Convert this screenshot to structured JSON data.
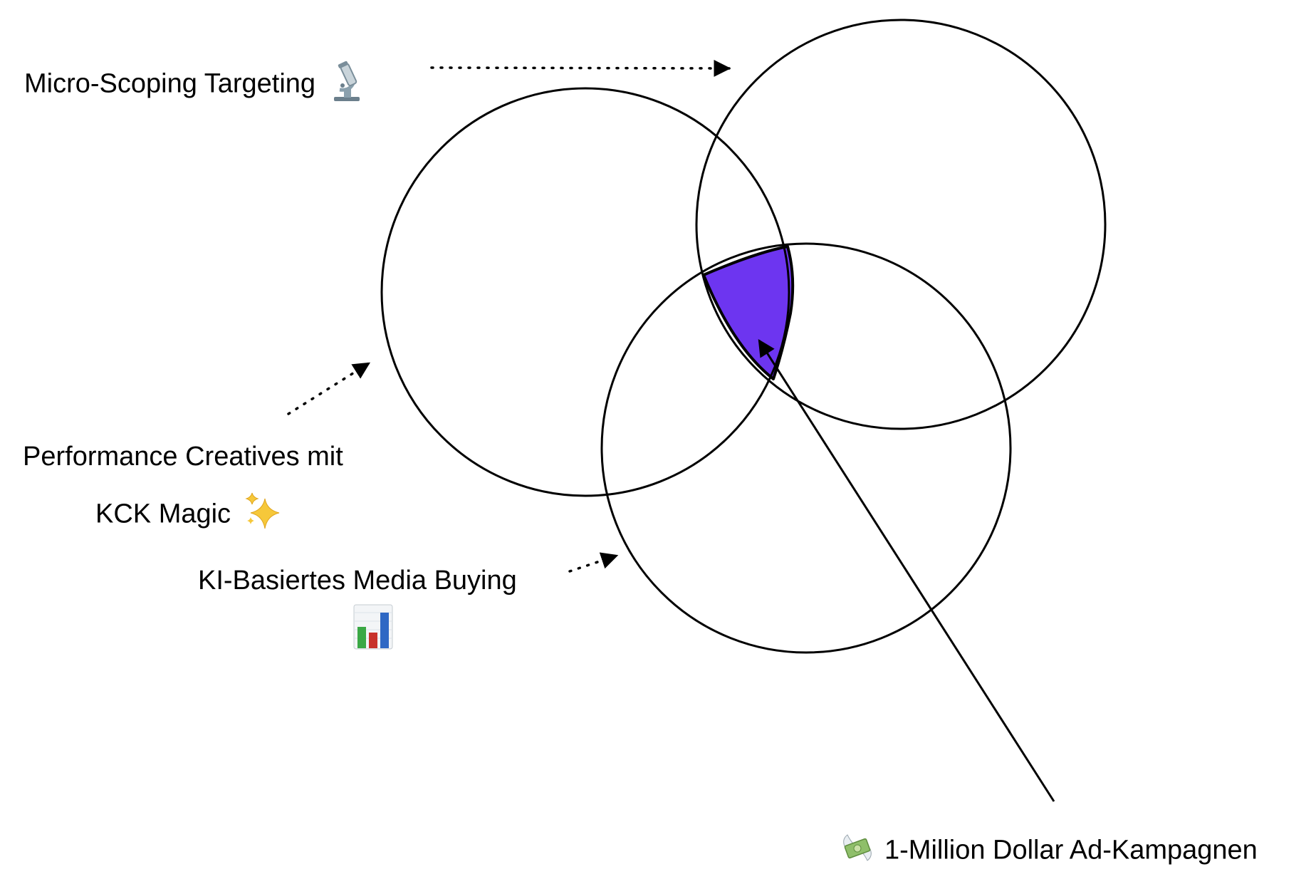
{
  "labels": {
    "micro_scoping": "Micro-Scoping Targeting",
    "performance_line1": "Performance Creatives mit",
    "performance_line2": "KCK Magic",
    "media_buying": "KI-Basiertes Media Buying",
    "million": "1-Million Dollar Ad-Kampagnen"
  },
  "icons": {
    "micro_scoping": "microscope-icon",
    "performance": "sparkles-icon",
    "media_buying": "bar-chart-icon",
    "million": "money-with-wings-icon"
  },
  "colors": {
    "intersection_fill": "#6d35f0",
    "stroke": "#000000",
    "background": "#ffffff"
  }
}
